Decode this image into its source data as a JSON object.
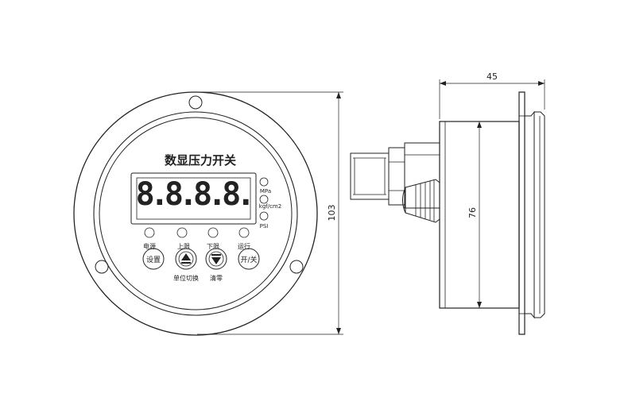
{
  "front_view": {
    "title": "数显压力开关",
    "display_digits": "8.8.8.8.",
    "units": [
      "MPa",
      "kgf/cm2",
      "PSI"
    ],
    "indicators": [
      "电源",
      "上限",
      "下限",
      "运行"
    ],
    "buttons": {
      "set": "设置",
      "stop": "开/关"
    },
    "button_sub_labels": {
      "unit_switch": "单位切换",
      "clear": "清零"
    }
  },
  "dimensions": {
    "overall_height": "103",
    "depth": "45",
    "body_height": "76"
  },
  "colors": {
    "line": "#222222",
    "background": "#ffffff"
  }
}
